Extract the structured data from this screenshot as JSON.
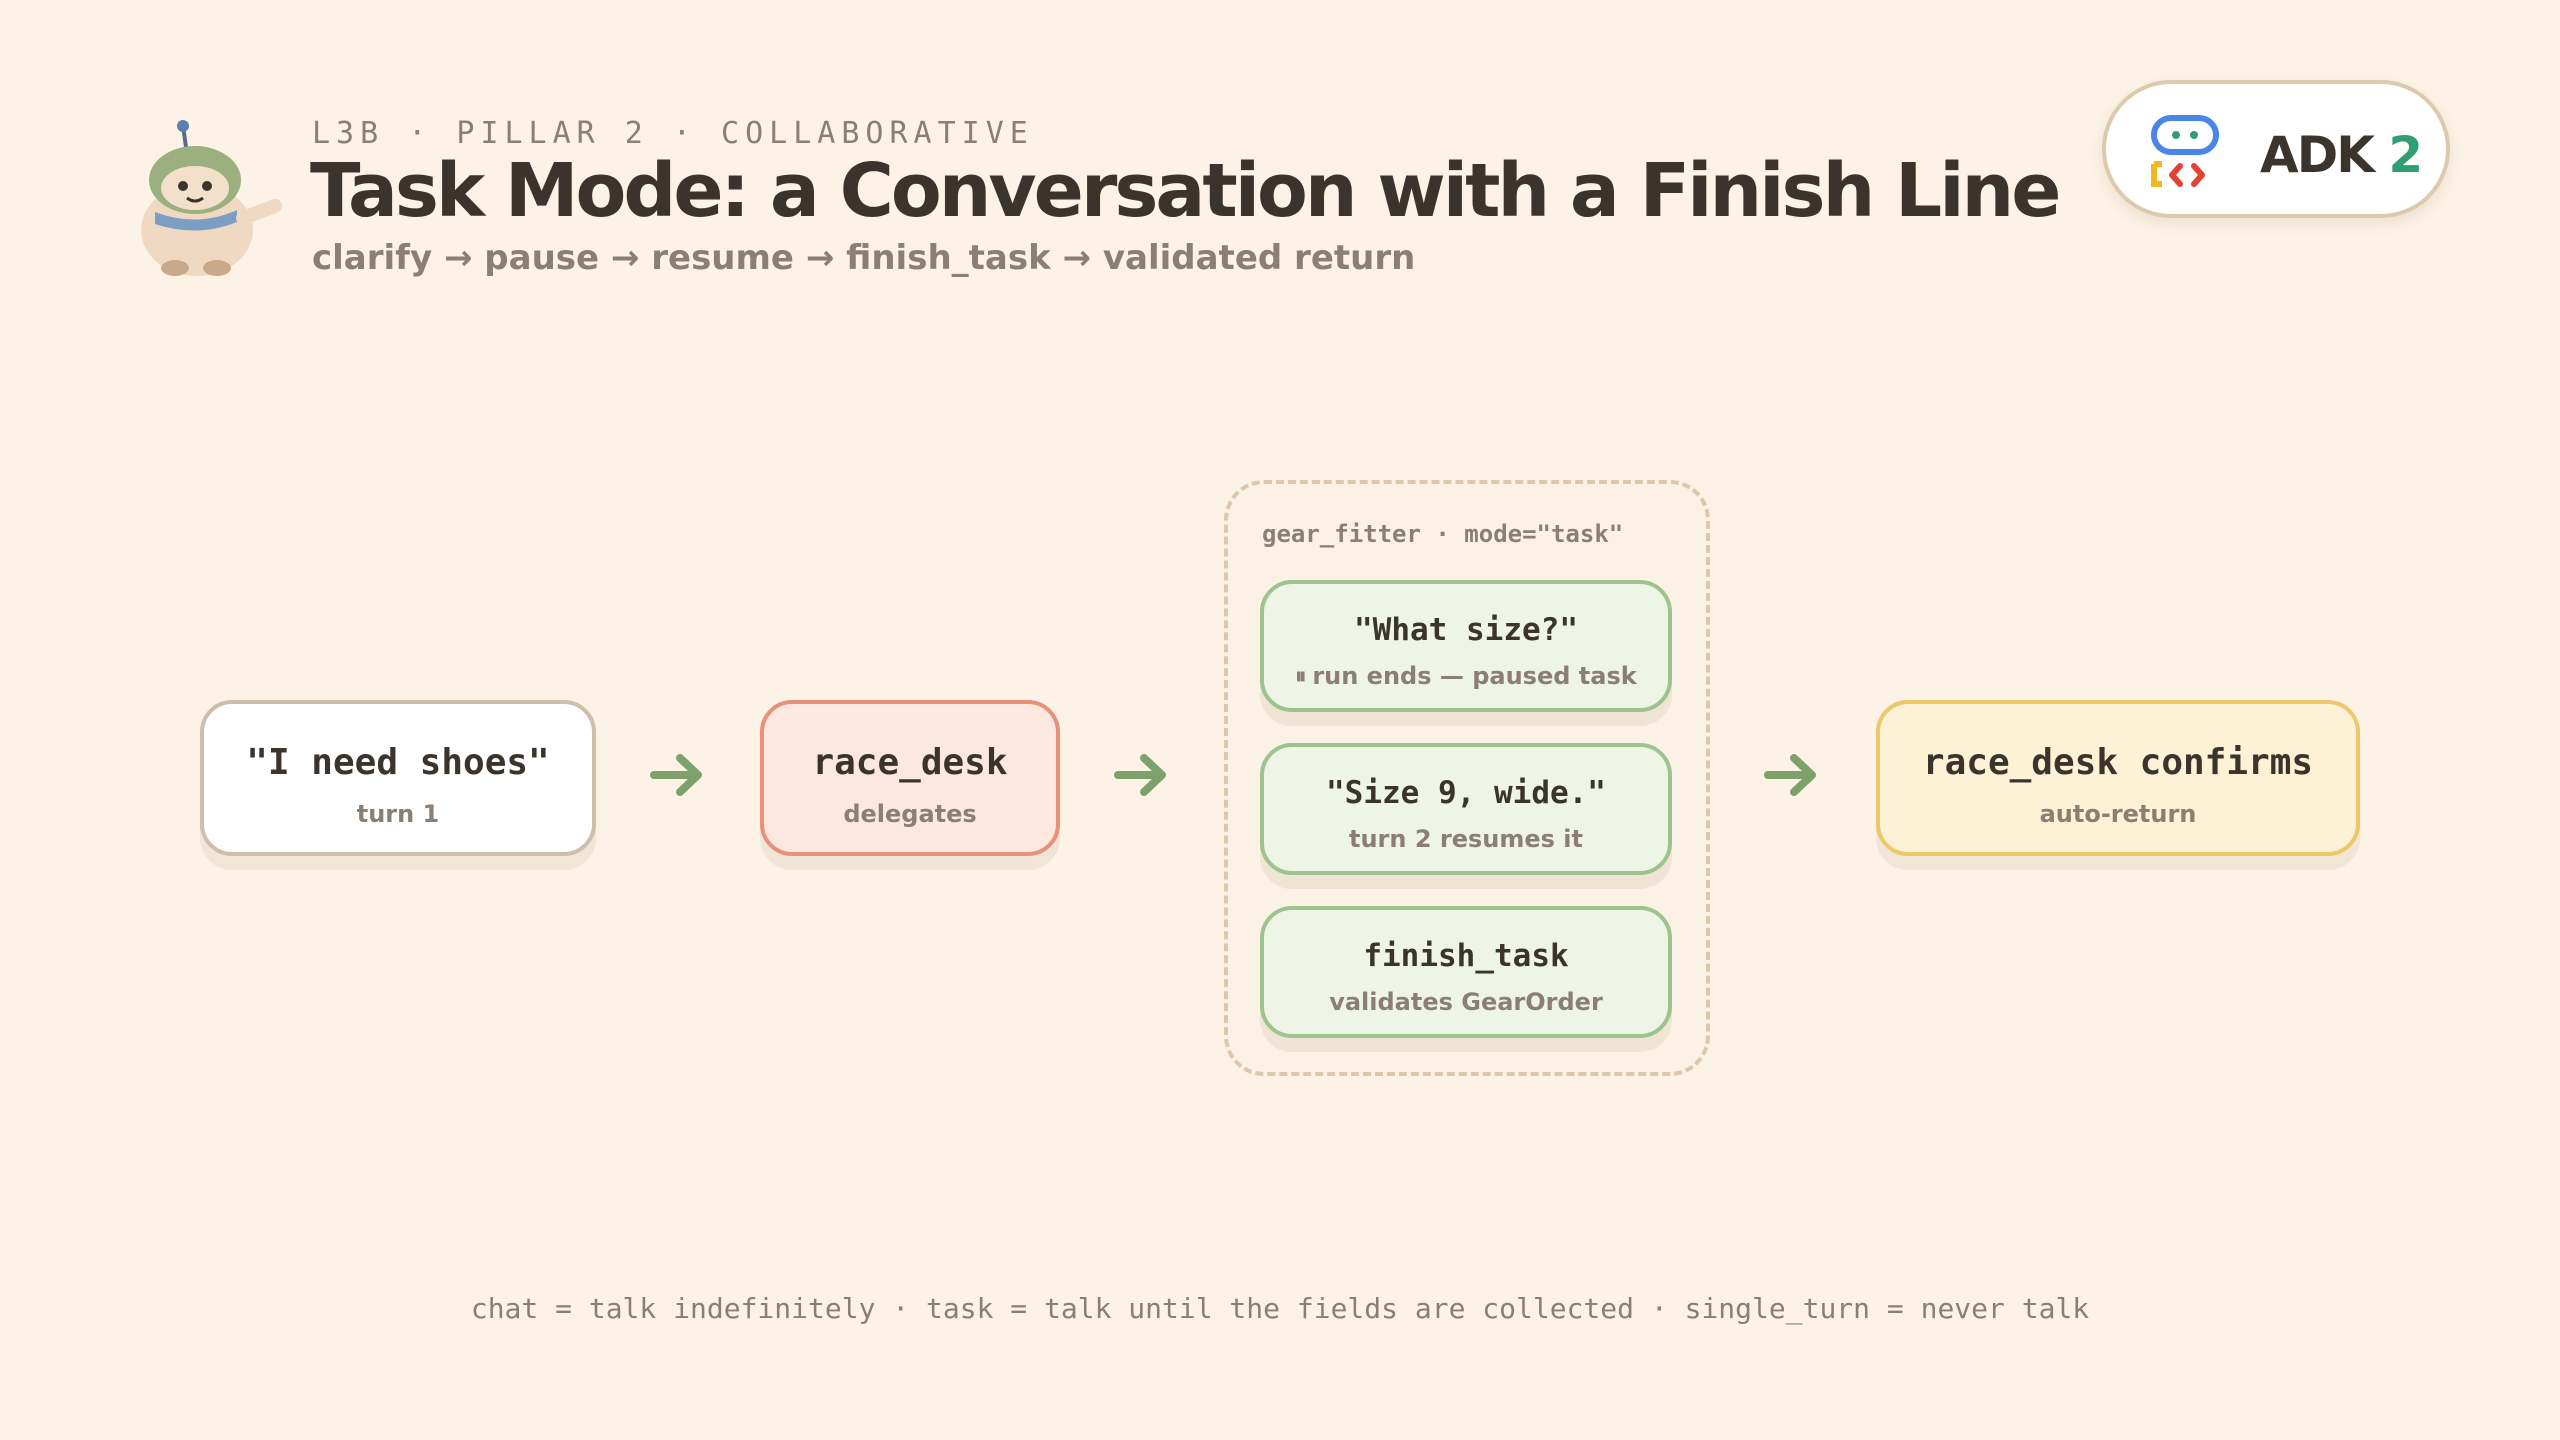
{
  "header": {
    "eyebrow": "L3B · PILLAR 2 · COLLABORATIVE",
    "title": "Task Mode: a Conversation with a Finish Line",
    "subtitle": "clarify → pause → resume → finish_task → validated return"
  },
  "badge": {
    "label": "ADK",
    "version": "2",
    "icon": "adk-logo-icon"
  },
  "mascot": {
    "icon": "robot-mascot-icon"
  },
  "diagram": {
    "user_node": {
      "label": "\"I need shoes\"",
      "sub": "turn 1"
    },
    "race_desk_node": {
      "label": "race_desk",
      "sub": "delegates"
    },
    "group": {
      "label": "gear_fitter · mode=\"task\"",
      "steps": [
        {
          "label": "\"What size?\"",
          "pause_icon": "⏸",
          "sub": "run ends — paused task"
        },
        {
          "label": "\"Size 9, wide.\"",
          "sub": "turn 2 resumes it"
        },
        {
          "label": "finish_task",
          "sub": "validates GearOrder"
        }
      ]
    },
    "confirm_node": {
      "label": "race_desk confirms",
      "sub": "auto-return"
    },
    "arrow_icon": "arrow-right-icon"
  },
  "colors": {
    "background": "#fcf3e6",
    "text": "#3b342c",
    "muted": "#8a7f72",
    "race_desk_border": "#e8907a",
    "task_border": "#9dc48e",
    "confirm_border": "#ecc86a",
    "arrow": "#7ea06a"
  },
  "footer": "chat = talk indefinitely · task = talk until the fields are collected · single_turn = never talk"
}
